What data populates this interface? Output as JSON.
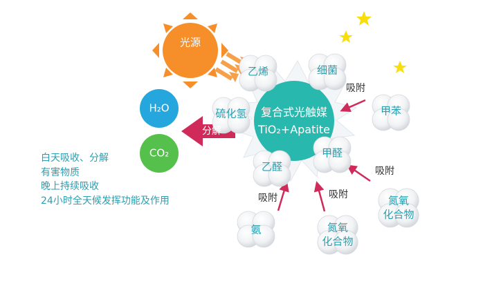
{
  "center": {
    "line1": "复合式光触媒",
    "line2": "TiO₂+Apatite"
  },
  "sun_label": "光源",
  "decompose_label": "分解",
  "products": {
    "water": "H₂O",
    "co2": "CO₂"
  },
  "molecules": {
    "ethylene": "乙烯",
    "bacteria": "细菌",
    "h2s": "硫化氢",
    "toluene": "甲苯",
    "formaldehyde": "甲醛",
    "acetaldehyde": "乙醛",
    "ammonia": "氨",
    "nox_bottom": [
      "氮氧",
      "化合物"
    ],
    "nox_right": [
      "氮氧",
      "化合物"
    ]
  },
  "adsorb_label": "吸附",
  "notes": [
    "白天吸收、分解",
    "有害物质",
    "晚上持续吸收",
    "24小时全天候发挥功能及作用"
  ],
  "colors": {
    "sun": "#f68e2a",
    "teal": "#28b8ae",
    "water_blue": "#25a7de",
    "co2_green": "#55c04b",
    "moon": "#f7de0c",
    "arrow": "#cf2a5a",
    "text_teal": "#2a9fb0"
  }
}
